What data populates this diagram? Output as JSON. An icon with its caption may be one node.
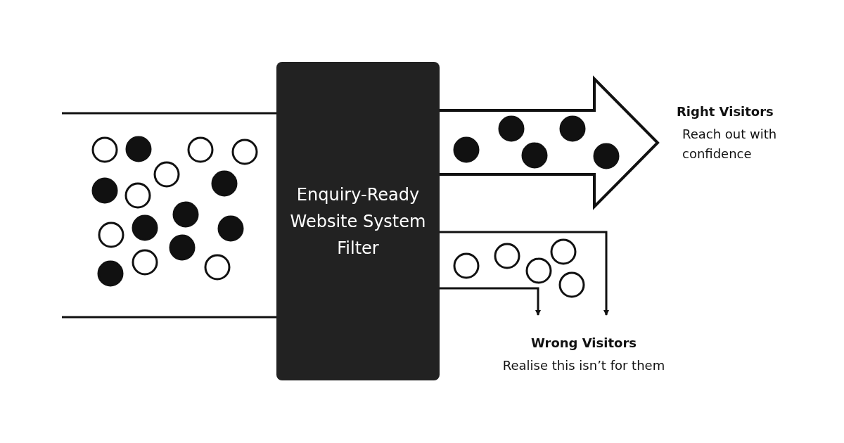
{
  "diagram": {
    "nodes": [
      {
        "text": [
          "Enquiry-Ready Website System Filter"
        ]
      },
      {
        "text": [
          "Right Visitors",
          "Reach out with confidence"
        ]
      },
      {
        "text": [
          "Wrong Visitors",
          "Realise this isn’t for them"
        ]
      }
    ],
    "edges": [
      {
        "from": 0,
        "to": 1,
        "arrow": "to",
        "style": "thick"
      },
      {
        "from": 0,
        "to": 2,
        "arrow": "to"
      },
      {
        "from": 0,
        "to": 2,
        "arrow": "to"
      }
    ]
  }
}
